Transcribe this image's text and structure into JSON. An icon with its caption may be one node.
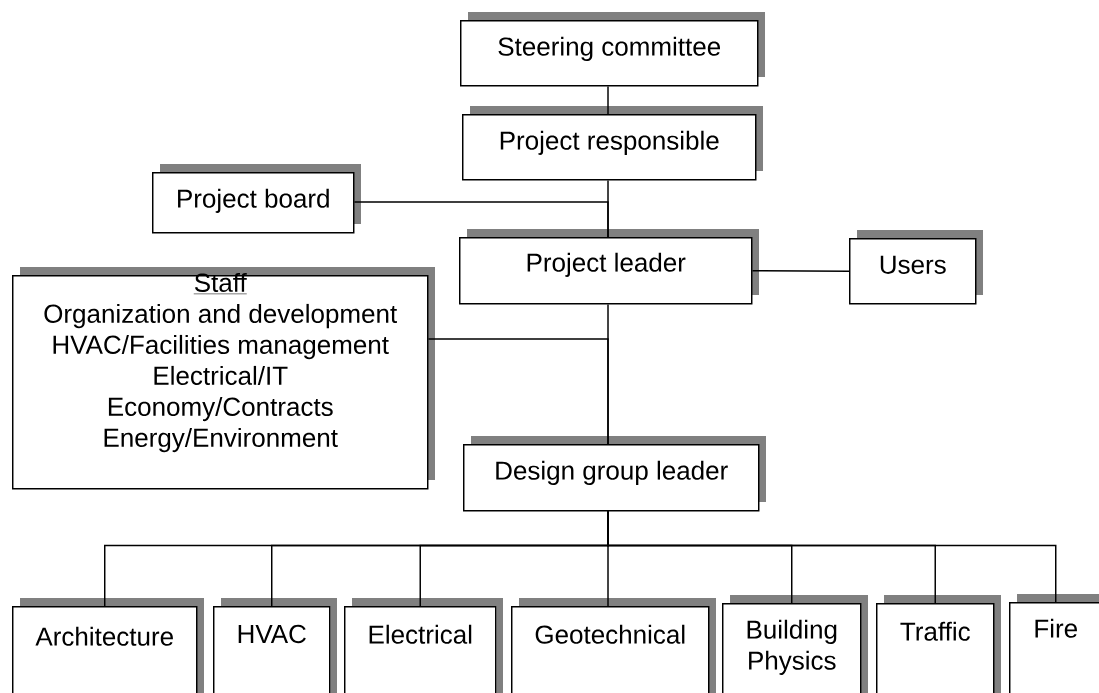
{
  "diagram": {
    "nodes": [
      {
        "text": [
          "Steering committee"
        ]
      },
      {
        "text": [
          "Project responsible"
        ]
      },
      {
        "text": [
          "Project board"
        ]
      },
      {
        "text": [
          "Project leader"
        ]
      },
      {
        "text": [
          "Users"
        ]
      },
      {
        "text": [
          "Staff",
          "Organization and development",
          "HVAC/Facilities management",
          "Electrical/IT",
          "Economy/Contracts",
          "Energy/Environment"
        ]
      },
      {
        "text": [
          "Design group leader"
        ]
      },
      {
        "text": [
          "Architecture"
        ]
      },
      {
        "text": [
          "HVAC"
        ]
      },
      {
        "text": [
          "Electrical"
        ]
      },
      {
        "text": [
          "Geotechnical"
        ]
      },
      {
        "text": [
          "Building Physics"
        ]
      },
      {
        "text": [
          "Traffic"
        ]
      },
      {
        "text": [
          "Fire"
        ]
      }
    ],
    "edges": [
      {
        "from": 0,
        "to": 1,
        "arrow": "none"
      },
      {
        "from": 1,
        "to": 3,
        "arrow": "none"
      },
      {
        "from": 2,
        "to": 3,
        "arrow": "none"
      },
      {
        "from": 3,
        "to": 4,
        "arrow": "none"
      },
      {
        "from": 5,
        "to": 6,
        "arrow": "none"
      },
      {
        "from": 3,
        "to": 6,
        "arrow": "none"
      },
      {
        "from": 6,
        "to": 7,
        "arrow": "none"
      },
      {
        "from": 6,
        "to": 8,
        "arrow": "none"
      },
      {
        "from": 6,
        "to": 9,
        "arrow": "none"
      },
      {
        "from": 6,
        "to": 10,
        "arrow": "none"
      },
      {
        "from": 6,
        "to": 11,
        "arrow": "none"
      },
      {
        "from": 6,
        "to": 12,
        "arrow": "none"
      },
      {
        "from": 6,
        "to": 13,
        "arrow": "none"
      }
    ]
  }
}
